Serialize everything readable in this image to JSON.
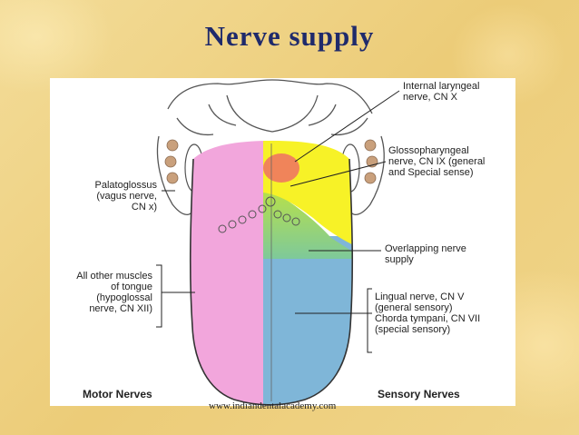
{
  "title": "Nerve supply",
  "labels": {
    "internal_laryngeal": "Internal laryngeal\nnerve, CN X",
    "glossopharyngeal": "Glossopharyngeal\nnerve, CN IX (general\nand Special sense)",
    "overlapping": "Overlapping nerve\nsupply",
    "lingual": "Lingual nerve, CN V\n(general sensory)\nChorda tympani, CN VII\n(special sensory)",
    "palatoglossus": "Palatoglossus\n(vagus nerve,\nCN x)",
    "other_muscles": "All other muscles\nof tongue\n(hypoglossal\nnerve, CN XII)",
    "motor": "Motor Nerves",
    "sensory": "Sensory Nerves"
  },
  "watermark": "www.indiandentalacademy.com",
  "colors": {
    "motor_region": "#f2a6dc",
    "cn9_region": "#f7f227",
    "cn10_region": "#f0845a",
    "overlap_region": "#8fd24a",
    "lingual_region": "#7fb6d8",
    "title": "#1f2a6b"
  }
}
